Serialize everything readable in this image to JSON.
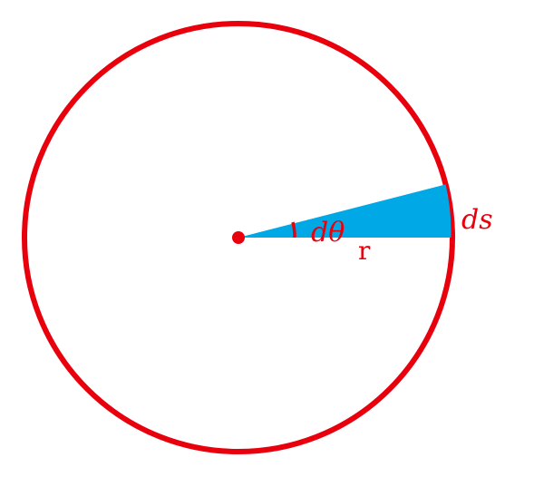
{
  "diagram": {
    "labels": {
      "angle": "dθ",
      "arc": "ds",
      "radius": "r"
    },
    "colors": {
      "circle": "#e8000d",
      "sector": "#00a9e6",
      "label": "#e8000d"
    }
  }
}
